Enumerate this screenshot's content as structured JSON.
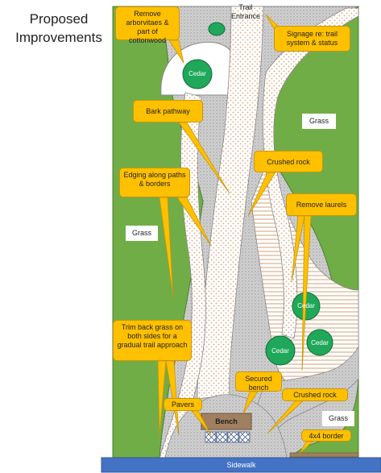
{
  "title": "Proposed Improvements",
  "trail_entrance": "Trail\nEntrance",
  "callouts": {
    "remove_arborvitaes": "Remove arborvitaes & part of cottonwood",
    "signage": "Signage re: trail system & status",
    "bark_pathway": "Bark pathway",
    "crushed_rock_top": "Crushed rock",
    "edging": "Edging along paths & borders",
    "remove_laurels": "Remove laurels",
    "trim_grass": "Trim back grass on both sides for a gradual trail approach",
    "secured_bench": "Secured bench",
    "pavers": "Pavers",
    "crushed_rock_bottom": "Crushed rock",
    "border_4x4": "4x4 border"
  },
  "areas": {
    "grass_right": "Grass",
    "grass_left": "Grass",
    "grass_bottom": "Grass"
  },
  "trees": {
    "cedar_top": "Cedar",
    "cedar_mid": "Cedar",
    "cedar_low_left": "Cedar",
    "cedar_low_right": "Cedar"
  },
  "bench": "Bench",
  "sidewalk": "Sidewalk",
  "colors": {
    "grass": "#70ad47",
    "grass_stroke": "#4e7f31",
    "gravel": "#c8c8c8",
    "callout": "#ffc000",
    "sidewalk": "#4472c4",
    "bench": "#a08060",
    "path_dots": "#e8c9a8",
    "laurel_lines": "#c58a55"
  }
}
